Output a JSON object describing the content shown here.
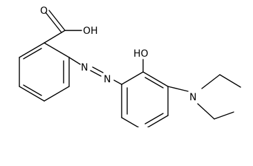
{
  "labels": {
    "carboxyl_oxygen": "O",
    "carboxyl_hydroxyl": "OH",
    "azo_n1": "N",
    "azo_n2": "N",
    "phenol_hydroxyl": "HO",
    "amine_nitrogen": "N"
  },
  "colors": {
    "bond": "#000000",
    "background": "#ffffff"
  }
}
